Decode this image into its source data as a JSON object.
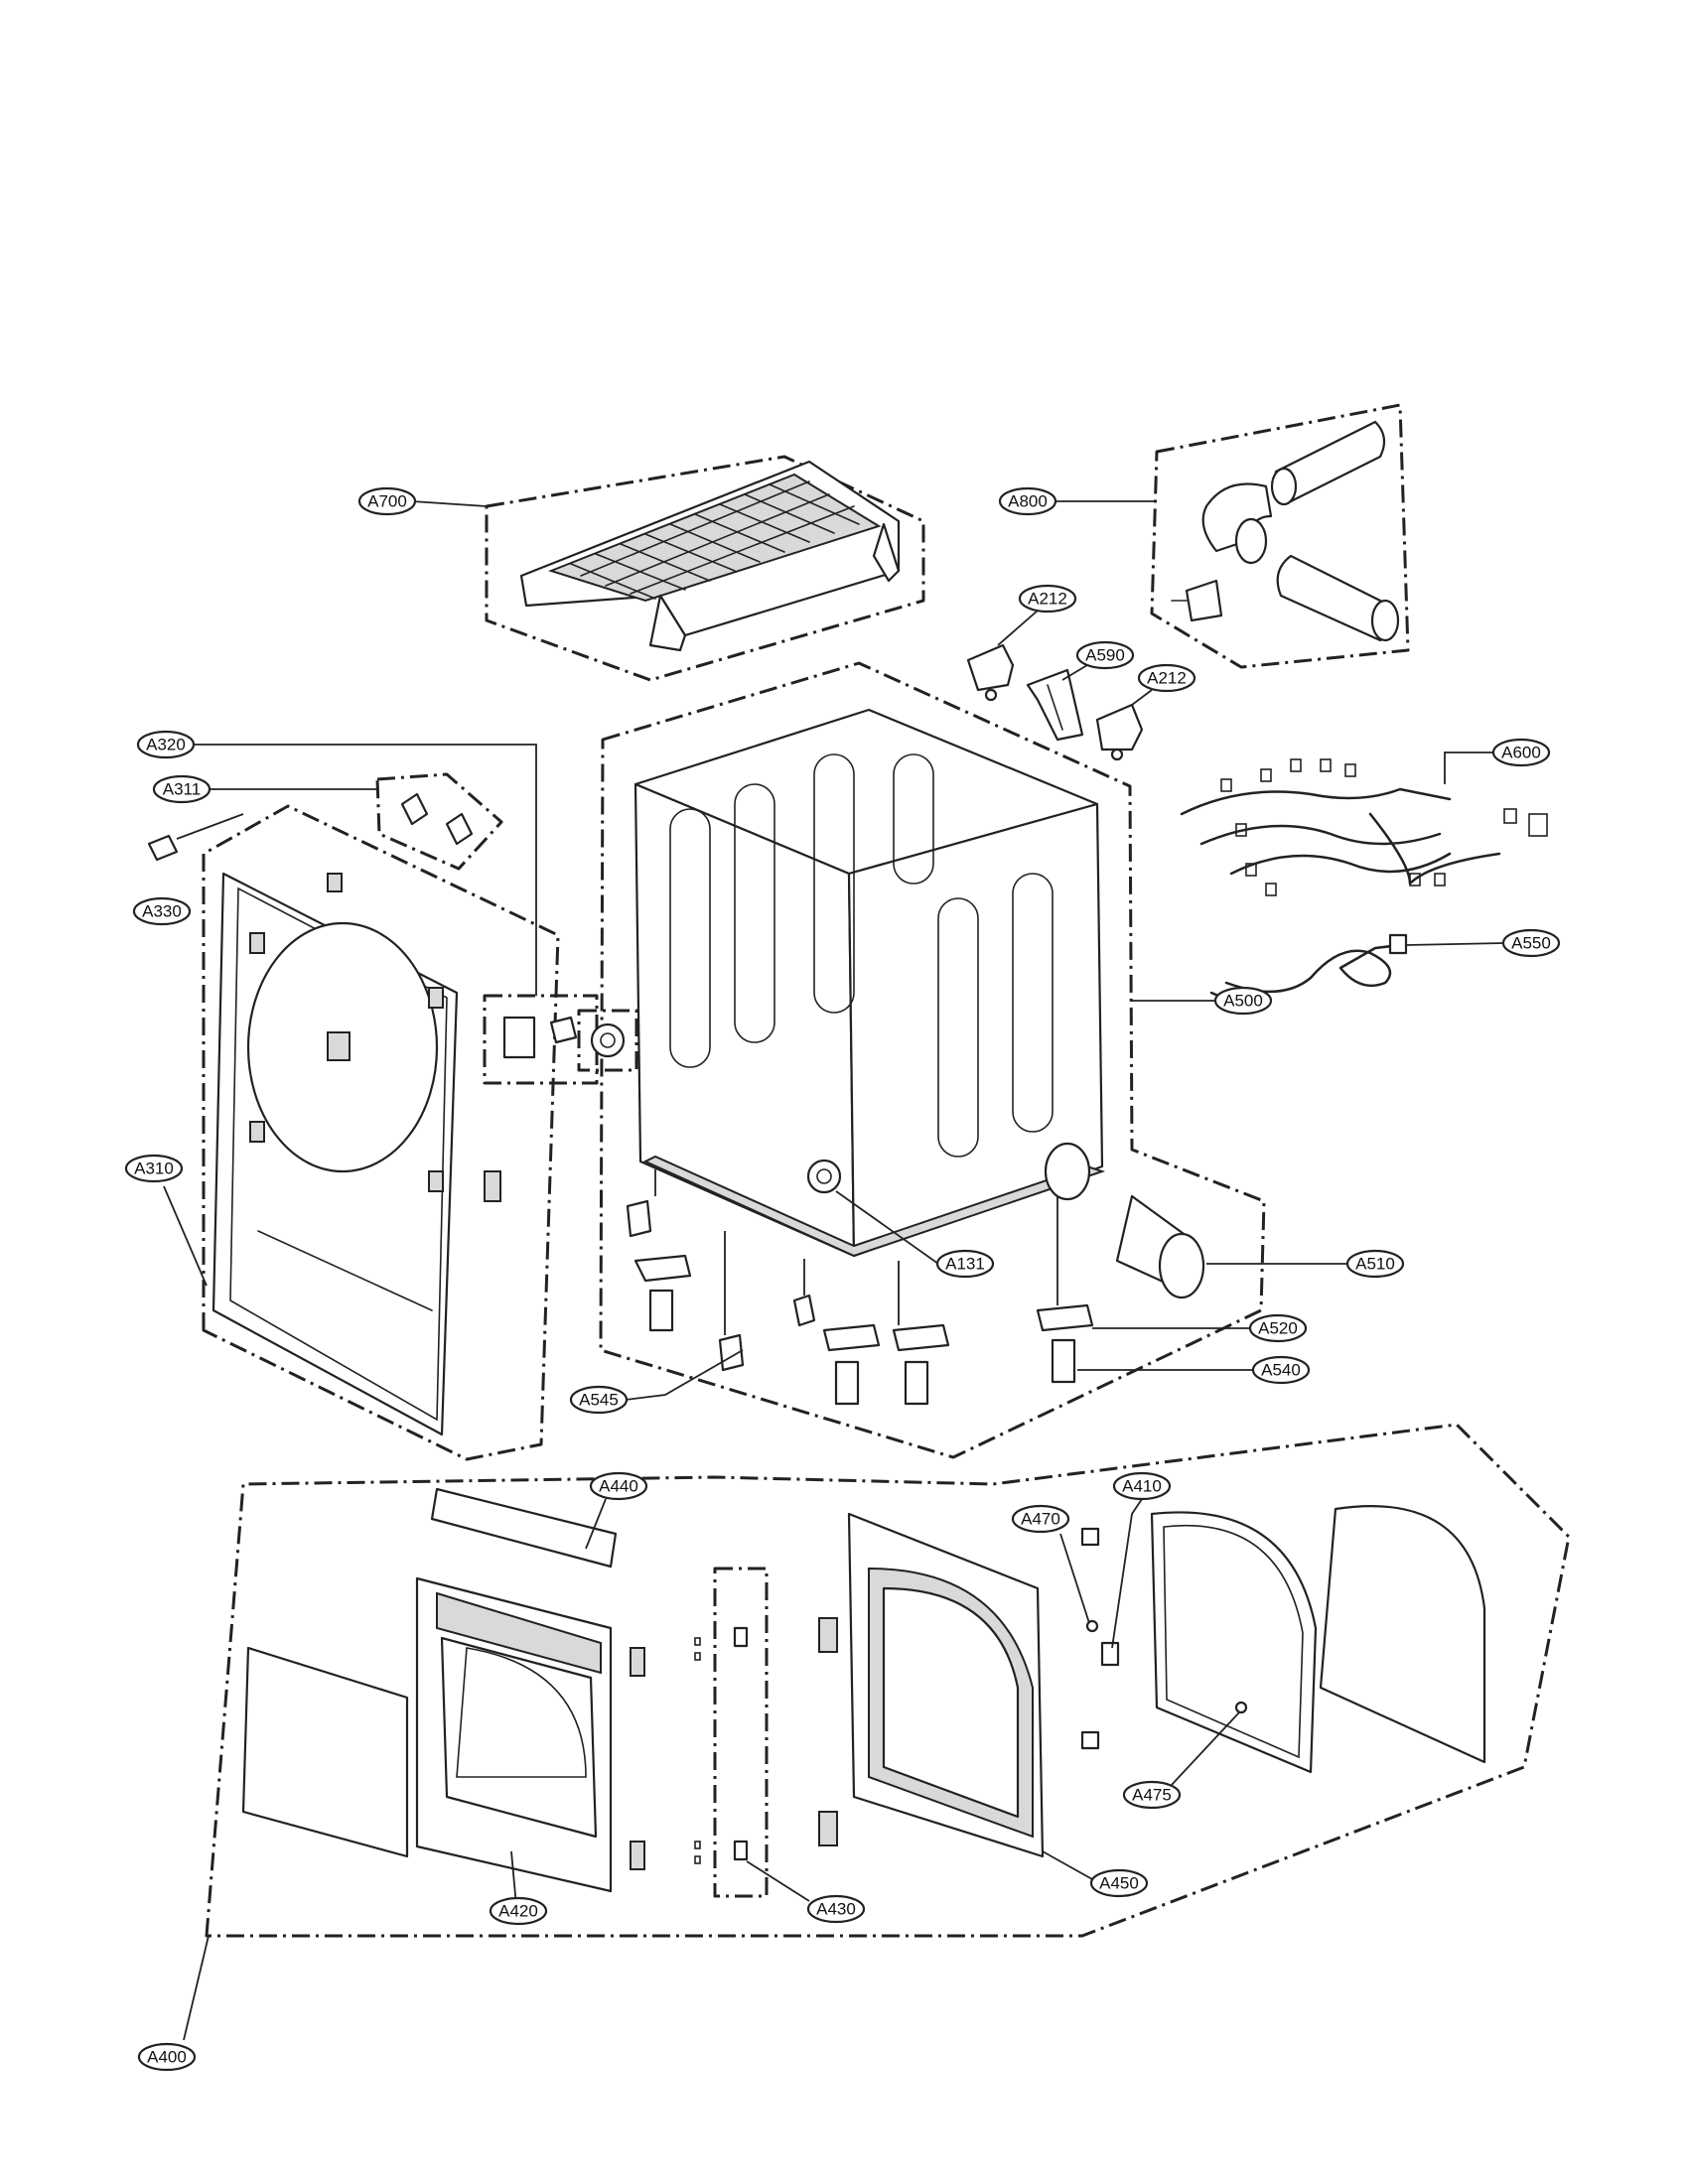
{
  "callouts": {
    "A700": "A700",
    "A800": "A800",
    "A212_top": "A212",
    "A590": "A590",
    "A212_right": "A212",
    "A320": "A320",
    "A311": "A311",
    "A330": "A330",
    "A600": "A600",
    "A550": "A550",
    "A500": "A500",
    "A310": "A310",
    "A131": "A131",
    "A510": "A510",
    "A520": "A520",
    "A540": "A540",
    "A545": "A545",
    "A440": "A440",
    "A410": "A410",
    "A470": "A470",
    "A475": "A475",
    "A420": "A420",
    "A430": "A430",
    "A450": "A450",
    "A400": "A400"
  }
}
